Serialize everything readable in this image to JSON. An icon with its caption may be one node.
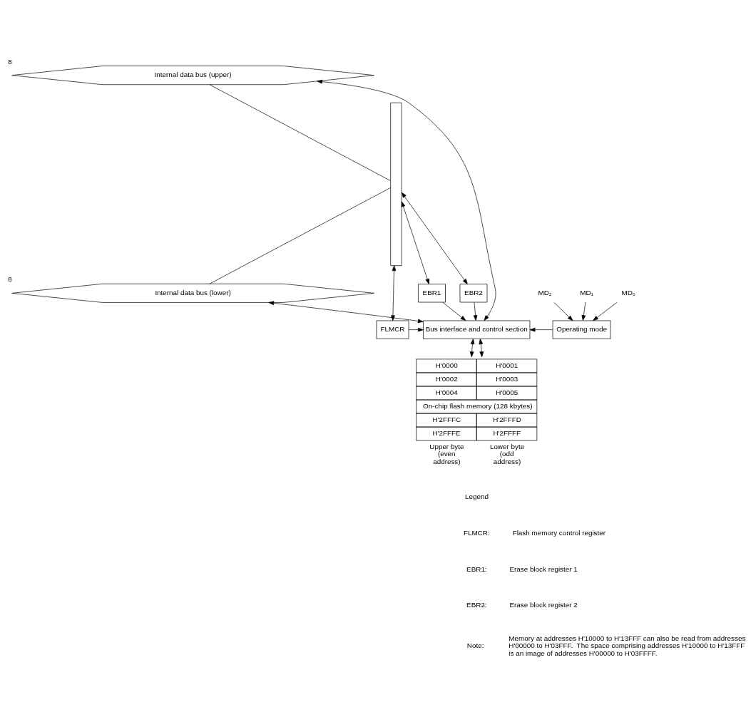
{
  "diagram": {
    "nodes": [
      {
        "text": [
          "Internal data bus (upper)"
        ],
        "beside": [
          "8"
        ]
      },
      {
        "text": [
          "Internal data bus (lower)"
        ],
        "beside": [
          "8"
        ]
      },
      {
        "text": [],
        "shape": "bar"
      },
      {
        "text": [
          "FLMCR"
        ]
      },
      {
        "text": [
          "EBR1"
        ]
      },
      {
        "text": [
          "EBR2"
        ]
      },
      {
        "text": [
          "Bus interface and control section"
        ]
      },
      {
        "text": [
          "Operating mode"
        ]
      },
      {
        "text": [
          "MD₂"
        ]
      },
      {
        "text": [
          "MD₁"
        ]
      },
      {
        "text": [
          "MD₀"
        ]
      },
      {
        "text": [
          "H'0000",
          "H'0001",
          "H'0002",
          "H'0003",
          "H'0004",
          "H'0005",
          "On-chip flash memory (128 kbytes)",
          "H'2FFFC",
          "H'2FFFD",
          "H'2FFFE",
          "H'2FFFF"
        ],
        "beside": [
          "Upper byte (even address)",
          "Lower byte (odd address)"
        ]
      }
    ],
    "edges": [
      {
        "from": 0,
        "to": 2,
        "arrow": "none"
      },
      {
        "from": 2,
        "to": 1,
        "arrow": "none"
      },
      {
        "from": 2,
        "to": 3,
        "arrow": "both"
      },
      {
        "from": 2,
        "to": 4,
        "arrow": "both"
      },
      {
        "from": 2,
        "to": 5,
        "arrow": "both"
      },
      {
        "from": 0,
        "to": 6,
        "arrow": "both"
      },
      {
        "from": 1,
        "to": 6,
        "arrow": "both"
      },
      {
        "from": 3,
        "to": 6,
        "arrow": "to"
      },
      {
        "from": 4,
        "to": 6,
        "arrow": "to"
      },
      {
        "from": 5,
        "to": 6,
        "arrow": "to"
      },
      {
        "from": 7,
        "to": 6,
        "arrow": "to"
      },
      {
        "from": 8,
        "to": 7,
        "arrow": "to"
      },
      {
        "from": 9,
        "to": 7,
        "arrow": "to"
      },
      {
        "from": 10,
        "to": 7,
        "arrow": "to"
      },
      {
        "from": 6,
        "to": 11,
        "arrow": "both"
      },
      {
        "from": 6,
        "to": 11,
        "arrow": "both"
      }
    ],
    "labels": [
      "Legend",
      "FLMCR:",
      "Flash memory control register",
      "EBR1:",
      "Erase block register 1",
      "EBR2:",
      "Erase block register 2",
      "Note:",
      "Memory at addresses H'10000 to H'13FFF can also be read from addresses H'00000 to H'03FFF.  The space comprising addresses H'10000 to H'13FFF is an image of addresses H'00000 to H'03FFFF."
    ]
  }
}
